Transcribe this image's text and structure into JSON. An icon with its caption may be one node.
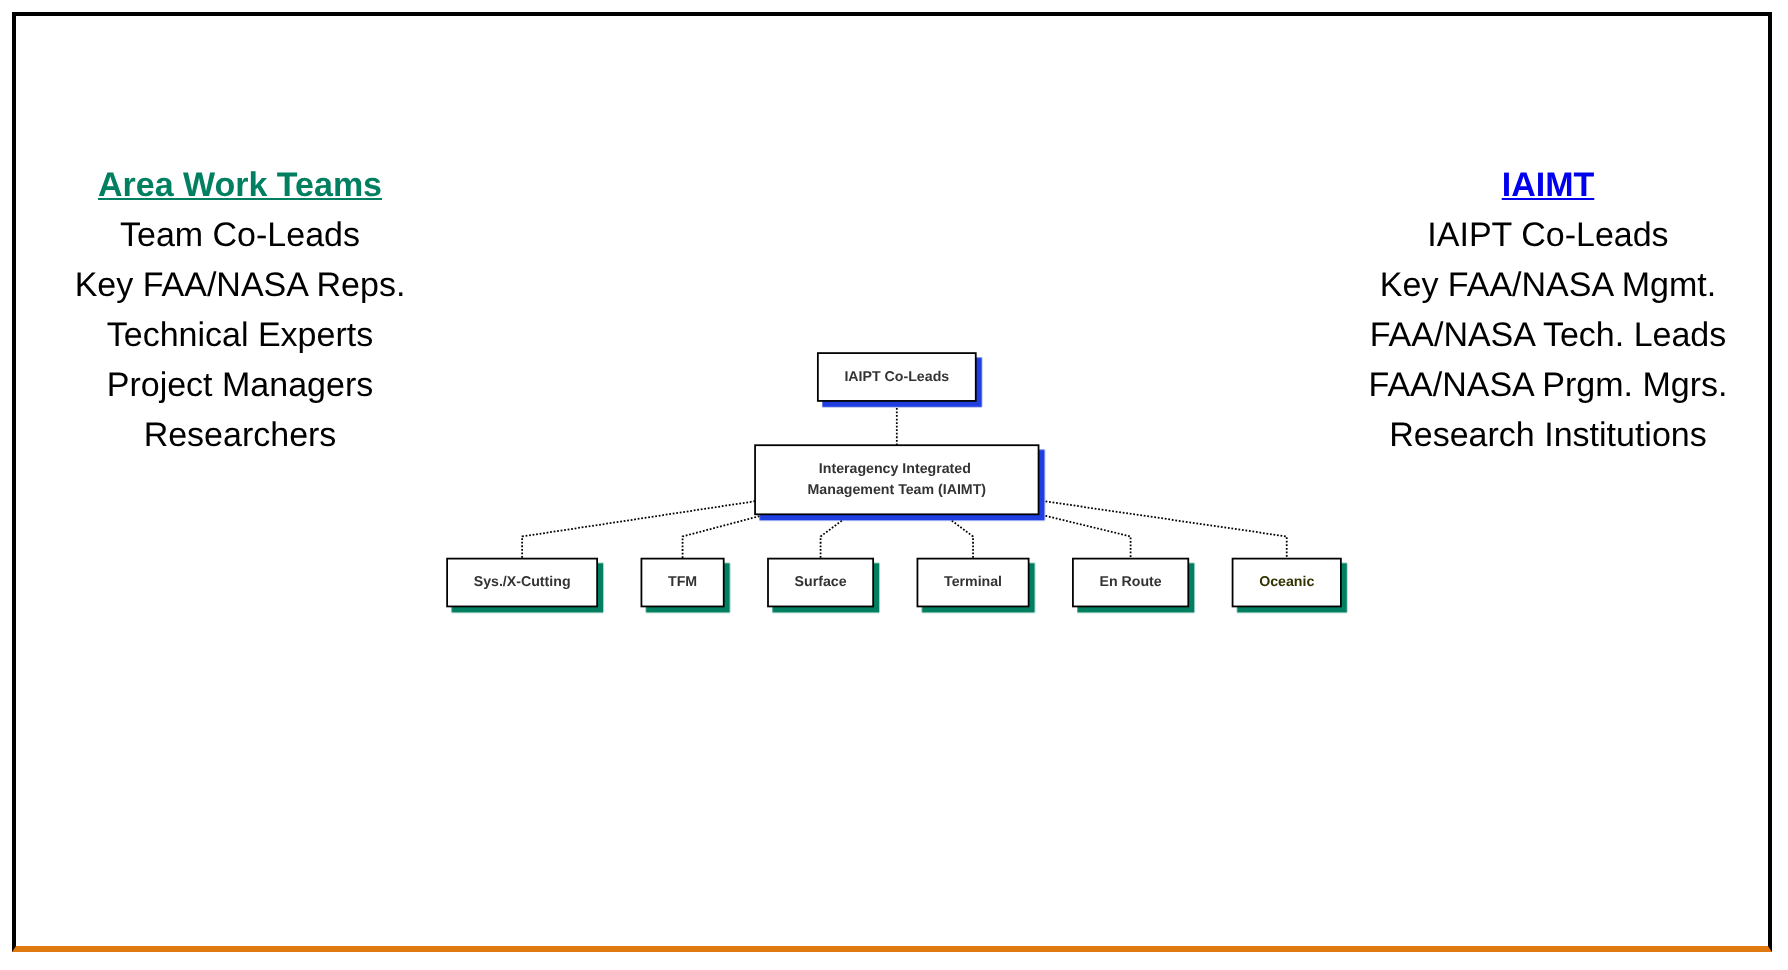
{
  "diagram": {
    "nodes": [
      {
        "text": [
          "IAIPT Co-Leads"
        ]
      },
      {
        "text": [
          "Interagency Integrated Management Team (IAIMT)"
        ]
      },
      {
        "text": [
          "Sys./X-Cutting"
        ]
      },
      {
        "text": [
          "TFM"
        ]
      },
      {
        "text": [
          "Surface"
        ]
      },
      {
        "text": [
          "Terminal"
        ]
      },
      {
        "text": [
          "En Route"
        ]
      },
      {
        "text": [
          "Oceanic"
        ]
      }
    ],
    "edges": [
      {
        "from": 0,
        "to": 1,
        "arrow": "none",
        "style": "dashed"
      },
      {
        "from": 1,
        "to": 2,
        "arrow": "none",
        "style": "dashed"
      },
      {
        "from": 1,
        "to": 3,
        "arrow": "none",
        "style": "dashed"
      },
      {
        "from": 1,
        "to": 4,
        "arrow": "none",
        "style": "dashed"
      },
      {
        "from": 1,
        "to": 5,
        "arrow": "none",
        "style": "dashed"
      },
      {
        "from": 1,
        "to": 6,
        "arrow": "none",
        "style": "dashed"
      },
      {
        "from": 1,
        "to": 7,
        "arrow": "none",
        "style": "dashed"
      }
    ],
    "labels": [
      "Area Work Teams",
      "Team Co-Leads",
      "Key FAA/NASA Reps.",
      "Technical Experts",
      "Project Managers",
      "Researchers",
      "IAIMT",
      "IAIPT Co-Leads",
      "Key FAA/NASA Mgmt.",
      "FAA/NASA Tech. Leads",
      "FAA/NASA Prgm. Mgrs.",
      "Research Institutions"
    ]
  }
}
